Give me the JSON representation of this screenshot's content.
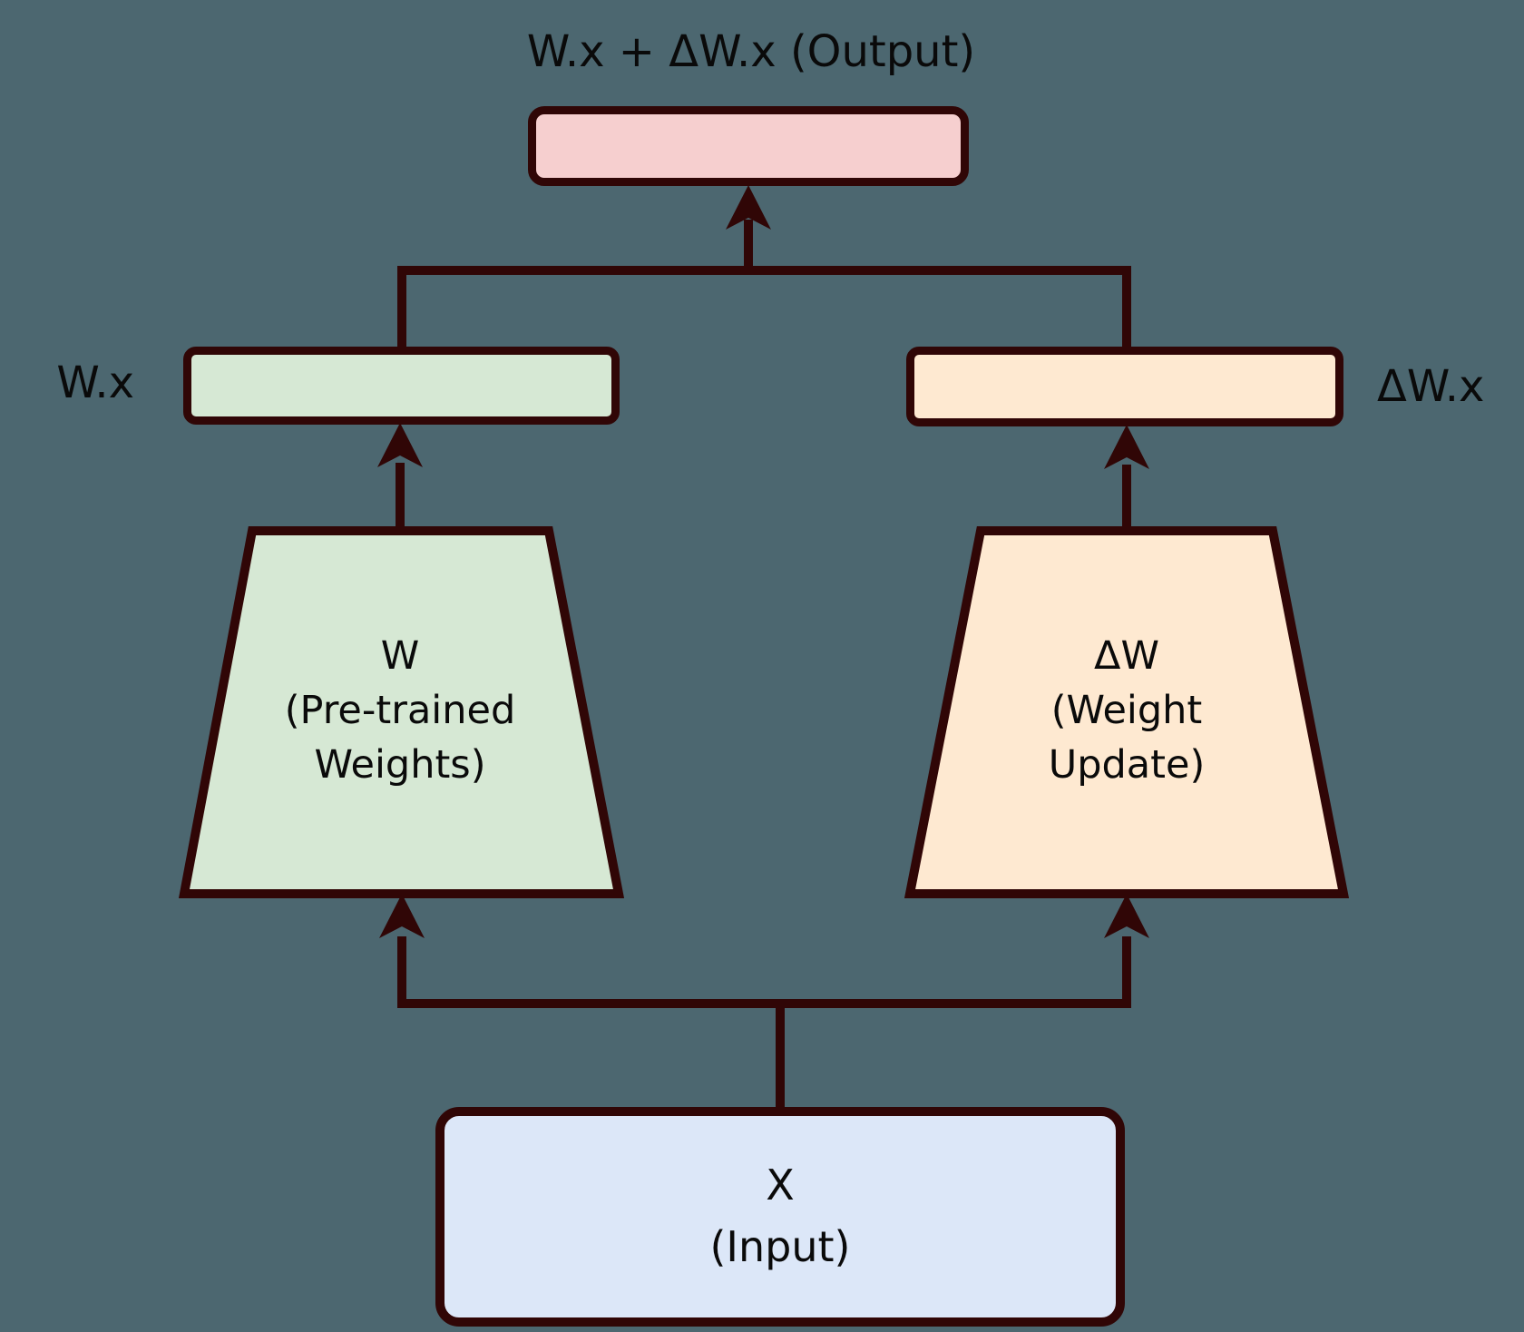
{
  "diagram_type": "LoRA weight-update block diagram",
  "colors": {
    "background": "#4C6770",
    "line": "#300606",
    "output_fill": "#F6CFCF",
    "pretrained_fill": "#D6E8D4",
    "update_fill": "#FEE9D1",
    "input_fill": "#DCE7F8",
    "text": "#0A0A0A"
  },
  "nodes": {
    "output_label": "W.x + ΔW.x (Output)",
    "wx_bar_label": "W.x",
    "dwx_bar_label": "ΔW.x",
    "w_trapezoid": {
      "line1": "W",
      "line2": "(Pre-trained",
      "line3": "Weights)"
    },
    "dw_trapezoid": {
      "line1": "ΔW",
      "line2": "(Weight",
      "line3": "Update)"
    },
    "input_box": {
      "line1": "X",
      "line2": "(Input)"
    }
  },
  "edges": [
    "input -> w_trapezoid",
    "input -> dw_trapezoid",
    "w_trapezoid -> wx_bar",
    "dw_trapezoid -> dwx_bar",
    "wx_bar -> output",
    "dwx_bar -> output"
  ]
}
